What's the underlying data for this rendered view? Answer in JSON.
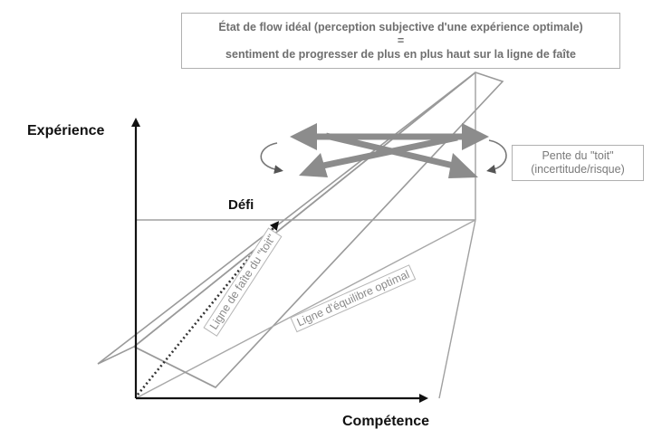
{
  "header_box": {
    "line1": "État de flow idéal (perception subjective d'une expérience optimale)",
    "line2": "=",
    "line3": "sentiment de progresser de plus en plus haut sur la ligne de faîte"
  },
  "slope_box": {
    "line1": "Pente du \"toit\"",
    "line2": "(incertitude/risque)"
  },
  "axes": {
    "y_label": "Expérience",
    "x_label": "Compétence"
  },
  "labels": {
    "challenge": "Défi",
    "ridge_line": "Ligne de faîte du \"toit\"",
    "equilibrium_line": "Ligne d'équilibre optimal"
  },
  "colors": {
    "arrow_gray": "#8c8c8c",
    "line_gray": "#9a9a9a",
    "axis_black": "#111111"
  }
}
